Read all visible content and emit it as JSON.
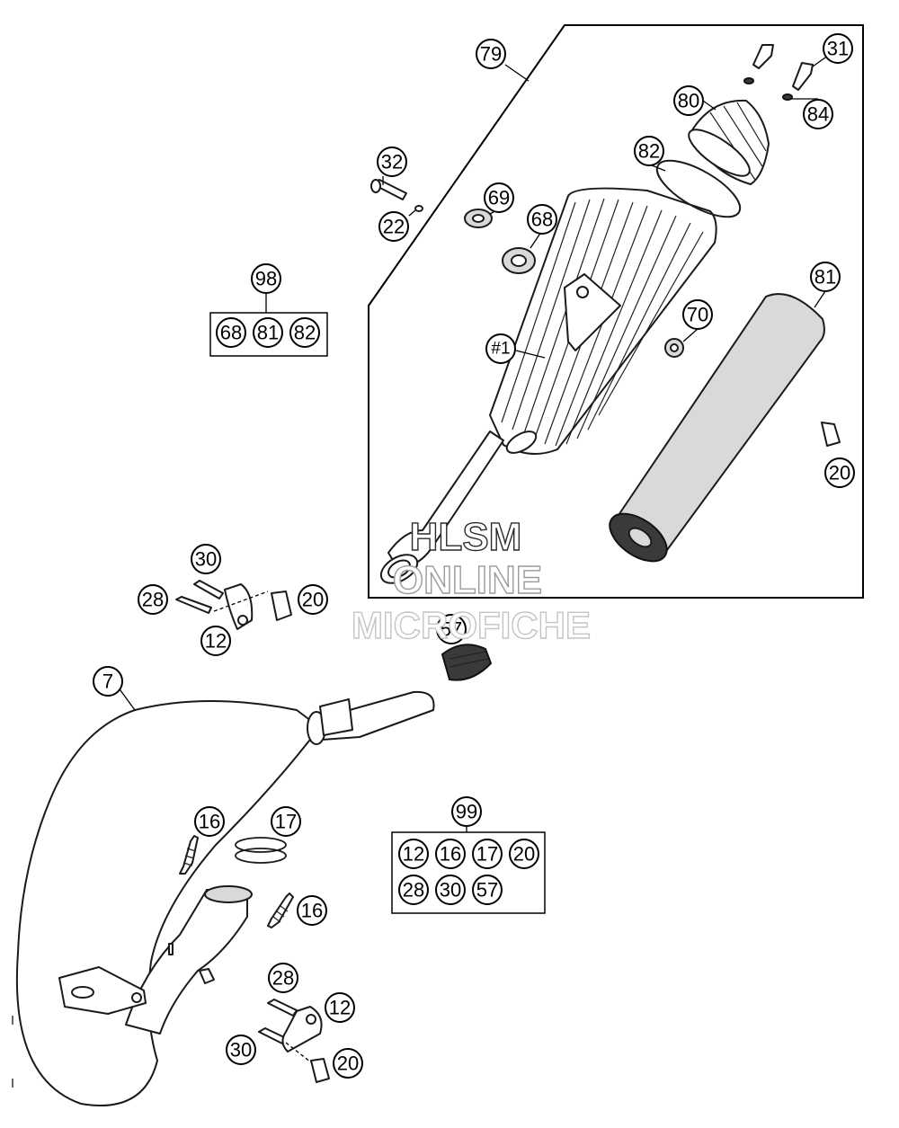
{
  "watermark": {
    "line1": "HLSM",
    "line2": "ONLINE",
    "line3": "MICROFICHE"
  },
  "callouts": {
    "c79": "79",
    "c31": "31",
    "c80": "80",
    "c84": "84",
    "c82a": "82",
    "c32": "32",
    "c22": "22",
    "c69": "69",
    "c68a": "68",
    "c81a": "81",
    "c70": "70",
    "c1": "#1",
    "c20a": "20",
    "c98": "98",
    "c30a": "30",
    "c28a": "28",
    "c20b": "20",
    "c12a": "12",
    "c57a": "57",
    "c7": "7",
    "c16a": "16",
    "c17a": "17",
    "c16b": "16",
    "c99": "99",
    "c28b": "28",
    "c12b": "12",
    "c30b": "30",
    "c20c": "20"
  },
  "kit_98": {
    "label": "98",
    "items": [
      "68",
      "81",
      "82"
    ]
  },
  "kit_99": {
    "label": "99",
    "items": [
      "12",
      "16",
      "17",
      "20",
      "28",
      "30",
      "57"
    ]
  }
}
